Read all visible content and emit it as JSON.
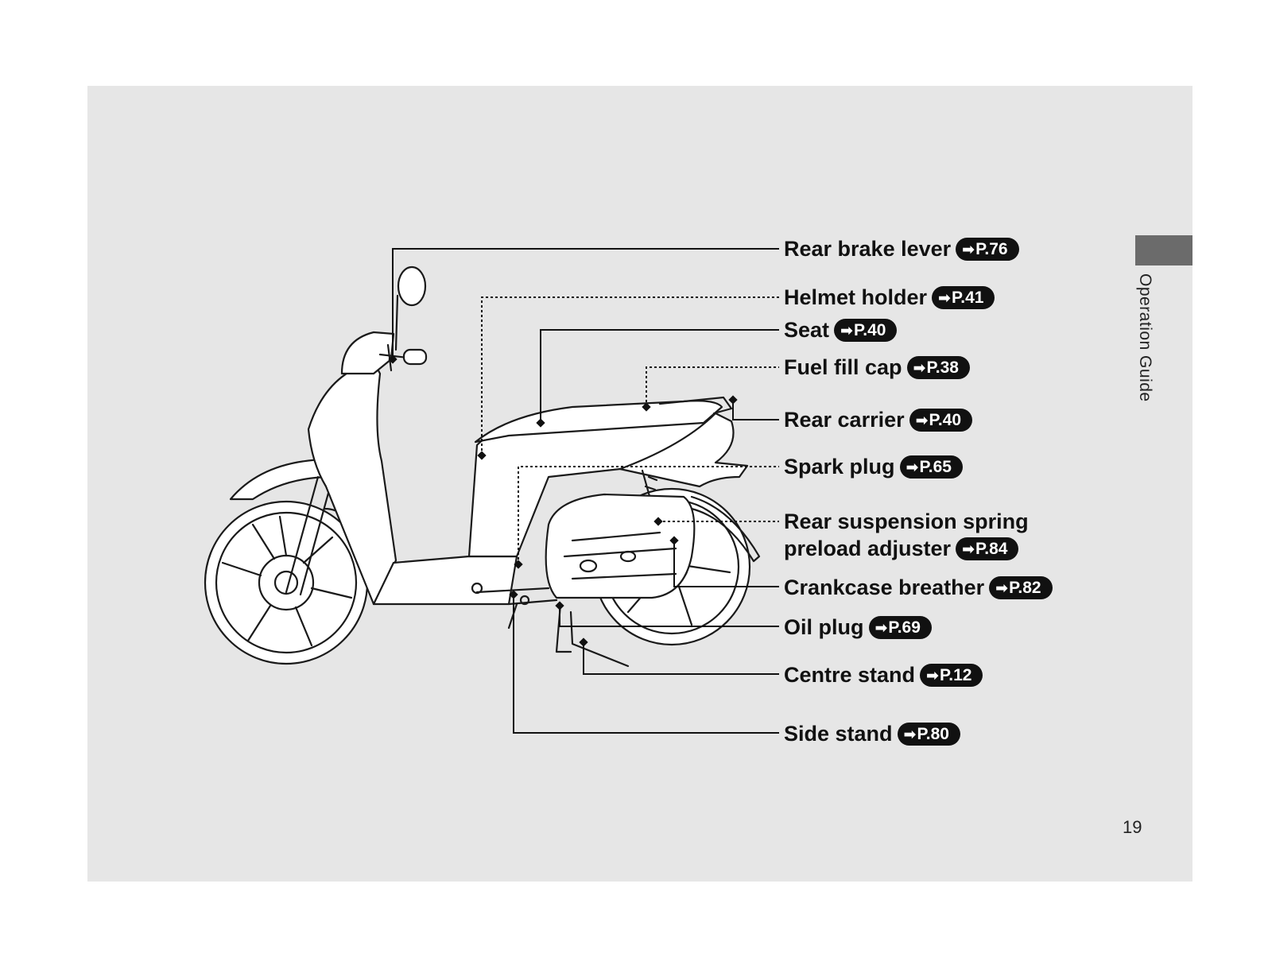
{
  "side_tab": {
    "label": "Operation Guide"
  },
  "page_number": "19",
  "callouts": [
    {
      "label": "Rear brake lever",
      "ref": "P.76"
    },
    {
      "label": "Helmet holder",
      "ref": "P.41"
    },
    {
      "label": "Seat",
      "ref": "P.40"
    },
    {
      "label": "Fuel fill cap",
      "ref": "P.38"
    },
    {
      "label": "Rear carrier",
      "ref": "P.40"
    },
    {
      "label": "Spark plug",
      "ref": "P.65"
    },
    {
      "label_line1": "Rear suspension spring",
      "label_line2": "preload adjuster",
      "ref": "P.84"
    },
    {
      "label": "Crankcase breather",
      "ref": "P.82"
    },
    {
      "label": "Oil plug",
      "ref": "P.69"
    },
    {
      "label": "Centre stand",
      "ref": "P.12"
    },
    {
      "label": "Side stand",
      "ref": "P.80"
    }
  ]
}
